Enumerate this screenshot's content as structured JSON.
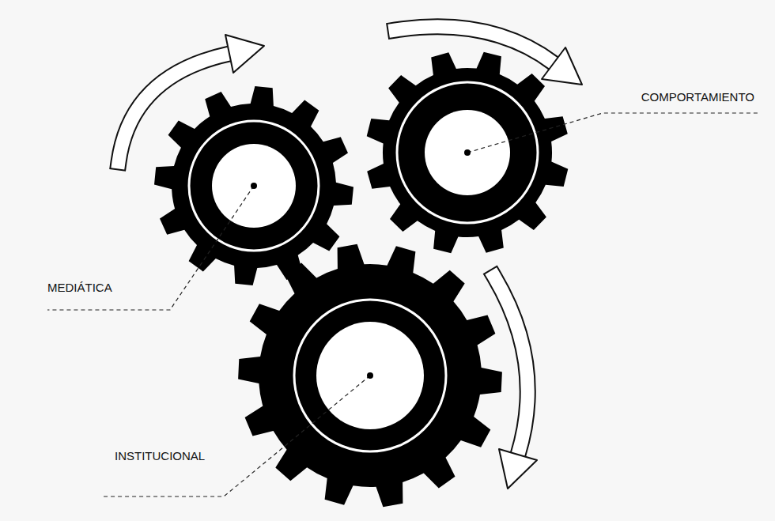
{
  "diagram": {
    "labels": [
      "COMPORTAMIENTO",
      "MEDIÁTICA",
      "INSTITUCIONAL"
    ]
  }
}
